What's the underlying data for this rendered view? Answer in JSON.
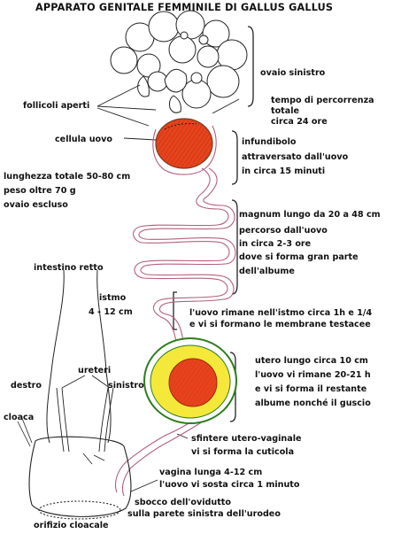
{
  "title": "APPARATO GENITALE FEMMINILE DI GALLUS GALLUS",
  "labels": {
    "ovaio": "ovaio sinistro",
    "tempo": [
      "tempo di percorrenza",
      "totale",
      "circa 24 ore"
    ],
    "follicoli": "follicoli aperti",
    "cellula": "cellula uovo",
    "infundibolo": [
      "infundibolo",
      "attraversato dall'uovo",
      "in circa 15 minuti"
    ],
    "lunghezza": [
      "lunghezza totale 50-80 cm",
      "peso oltre 70 g",
      "ovaio escluso"
    ],
    "magnum": [
      "magnum lungo da 20 a 48 cm",
      "percorso dall'uovo",
      "in circa 2-3 ore",
      "dove si forma gran parte",
      "dell'albume"
    ],
    "intestino": "intestino retto",
    "istmo": [
      "istmo",
      "4 - 12 cm"
    ],
    "istmo_uovo": [
      "l'uovo rimane nell'istmo circa 1h e 1/4",
      "e vi si formano le membrane testacee"
    ],
    "utero": [
      "utero lungo circa 10 cm",
      "l'uovo vi rimane 20-21 h",
      "e vi si forma il restante",
      "albume nonché il guscio"
    ],
    "ureteri": "ureteri",
    "destro": "destro",
    "sinistro": "sinistro",
    "cloaca": "cloaca",
    "sfintere": [
      "sfintere utero-vaginale",
      "vi si forma la cuticola"
    ],
    "vagina": [
      "vagina lunga 4-12 cm",
      "l'uovo vi sosta circa 1 minuto"
    ],
    "sbocco": [
      "sbocco dell'ovidutto",
      "sulla parete sinistra dell'urodeo"
    ],
    "orifizio": "orifizio cloacale"
  },
  "colors": {
    "ink": "#111111",
    "oviduct": "#b3607f",
    "egg_core": "#e8431c",
    "yolk_ring": "#f4e93a",
    "shell": "#2e7d1e",
    "egg_outline": "#7a3c1c"
  }
}
